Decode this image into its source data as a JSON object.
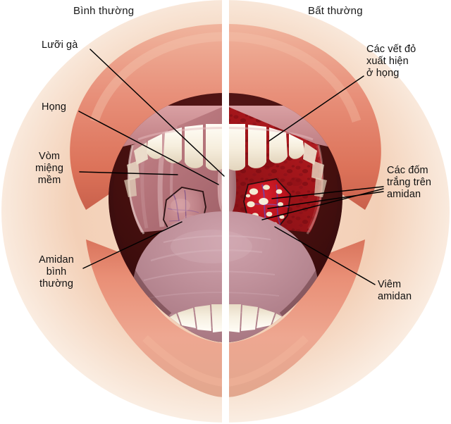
{
  "figure": {
    "title_normal": "Bình thường",
    "title_abnormal": "Bất thường",
    "divider_color": "#ffffff"
  },
  "labels": {
    "uvula": "Lưỡi gà",
    "throat": "Họng",
    "soft_palate": "Vòm\nmiệng\nmềm",
    "normal_tonsil": "Amidan\nbình\nthường",
    "red_spots": "Các vết đỏ\nxuất hiện\nở họng",
    "white_spots": "Các đốm\ntrắng trên\namidan",
    "tonsillitis": "Viêm\namidan"
  },
  "anatomy": {
    "lip_outer": "lips",
    "teeth_upper": "upper-teeth",
    "teeth_lower": "lower-teeth",
    "gums": "gums",
    "tongue": "tongue",
    "uvula": "uvula",
    "pharynx": "throat-cavity",
    "soft_palate_normal": "soft-palate-left",
    "soft_palate_inflamed": "soft-palate-right",
    "tonsil_normal": "tonsil-left",
    "tonsil_inflamed": "tonsil-right"
  },
  "colors": {
    "lip": "#e8937c",
    "lip_deep": "#d9785f",
    "skin": "#f2cdb4",
    "tooth": "#f7f0e2",
    "gum": "#c98f93",
    "palate_normal": "#b5767c",
    "palate_inflamed": "#a8161b",
    "throat_dark": "#4a1014",
    "tongue": "#c09098",
    "tonsil_normal": "#c2878c",
    "tonsil_inflamed": "#c01520",
    "exudate": "#f2e9cf",
    "vessel": "#7b3fa0"
  }
}
